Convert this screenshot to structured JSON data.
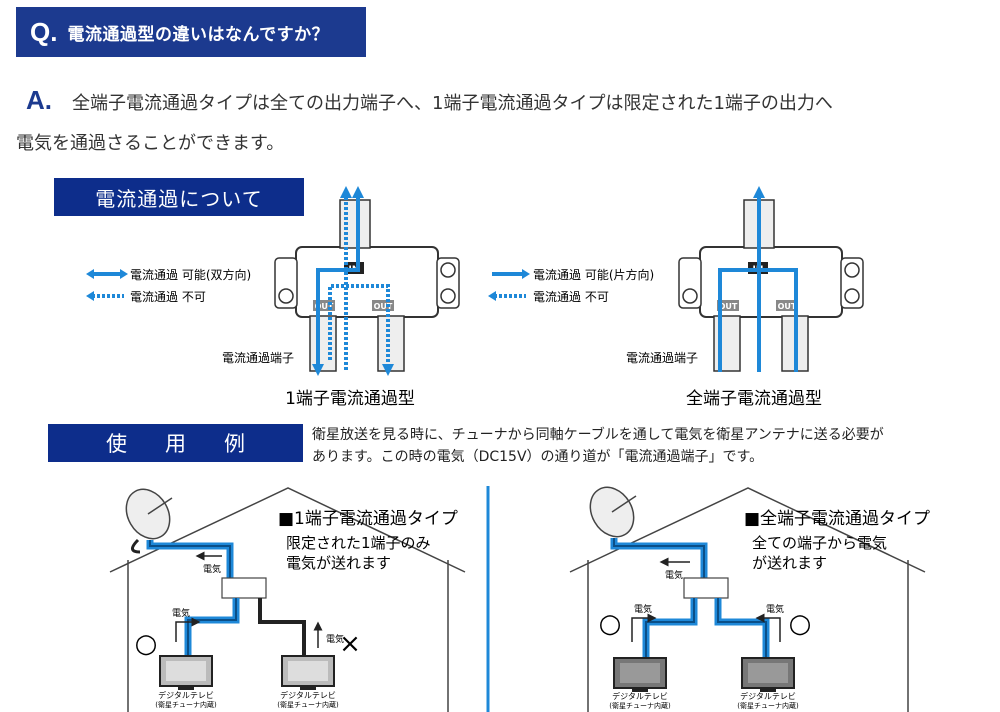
{
  "question": {
    "mark": "Q.",
    "text": "電流通過型の違いはなんですか？"
  },
  "answer": {
    "mark": "A.",
    "line1": "全端子電流通過タイプは全ての出力端子へ、1端子電流通過タイプは限定された1端子の出力へ",
    "line2": "電気を通過さることができます。"
  },
  "about": {
    "title": "電流通過について",
    "left": {
      "legend_ok": "電流通過 可能(双方向)",
      "legend_ng": "電流通過 不可",
      "terminal_label": "電流通過端子",
      "caption": "1端子電流通過型"
    },
    "right": {
      "legend_ok": "電流通過 可能(片方向)",
      "legend_ng": "電流通過 不可",
      "terminal_label": "電流通過端子",
      "caption": "全端子電流通過型"
    },
    "port_in": "IN",
    "port_out": "OUT"
  },
  "usage": {
    "title": "使用例",
    "text_line1": "衛星放送を見る時に、チューナから同軸ケーブルを通して電気を衛星アンテナに送る必要が",
    "text_line2": "あります。この時の電気（DC15V）の通り道が「電流通過端子」です。",
    "left": {
      "type_title": "■1端子電流通過タイプ",
      "desc1": "限定された1端子のみ",
      "desc2": "電気が送れます",
      "elec": "電気",
      "ok_mark": "○",
      "ng_mark": "×",
      "tv_label1": "デジタルテレビ",
      "tv_label2": "(衛星チューナ内蔵)"
    },
    "right": {
      "type_title": "■全端子電流通過タイプ",
      "desc1": "全ての端子から電気",
      "desc2": "が送れます",
      "elec": "電気",
      "ok_mark": "○",
      "tv_label1": "デジタルテレビ",
      "tv_label2": "(衛星チューナ内蔵)"
    }
  },
  "colors": {
    "navy": "#0d2d8b",
    "cable_blue": "#1e88d8",
    "dark": "#222222"
  }
}
